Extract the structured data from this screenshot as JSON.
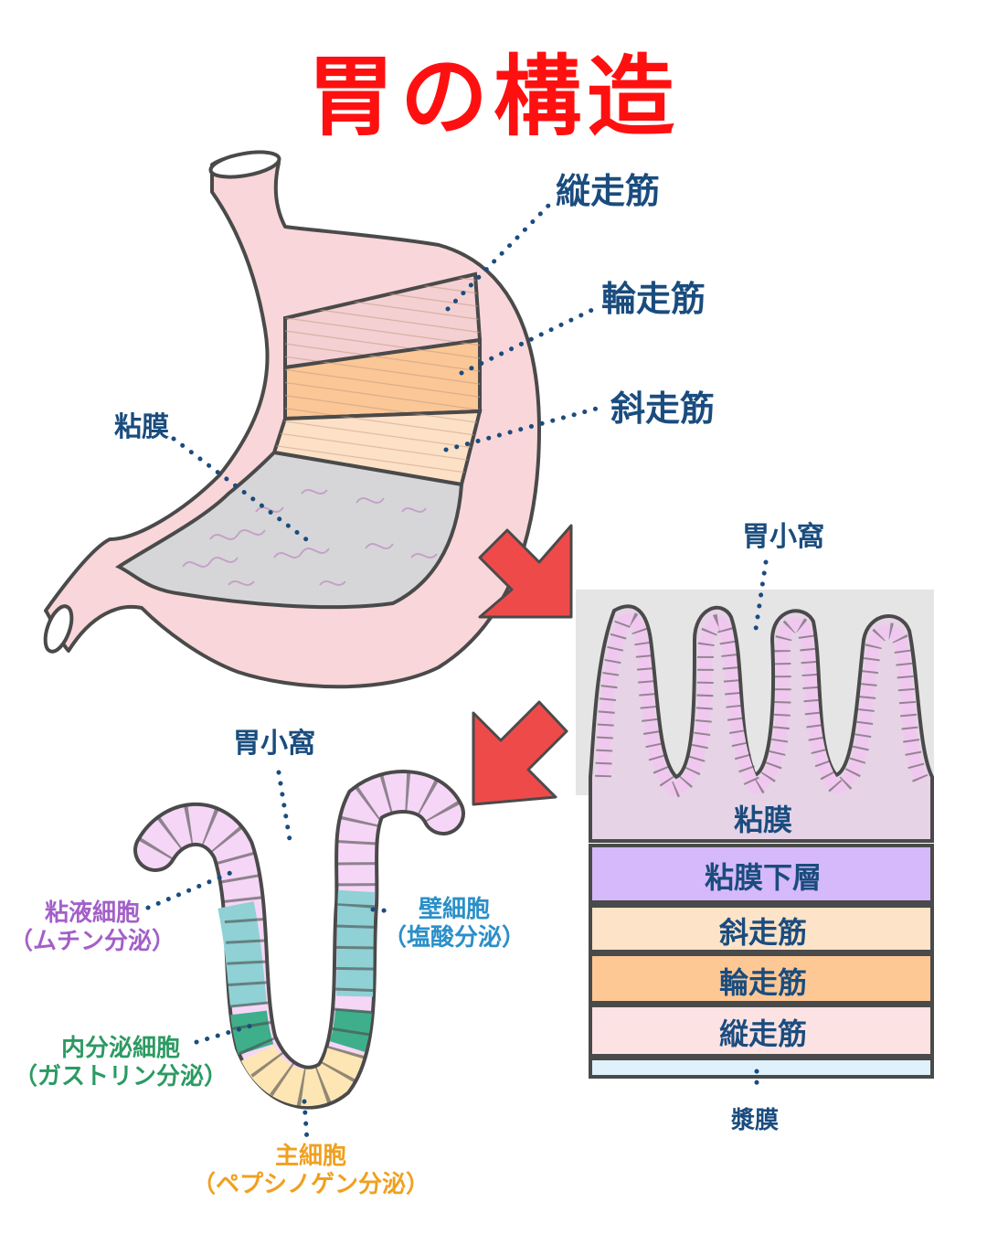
{
  "title": "胃の構造",
  "stomach_labels": {
    "longitudinal": "縦走筋",
    "circular": "輪走筋",
    "oblique": "斜走筋",
    "mucosa": "粘膜"
  },
  "cross_section": {
    "pit_label": "胃小窩",
    "mucosa": "粘膜",
    "submucosa": "粘膜下層",
    "oblique": "斜走筋",
    "circular": "輪走筋",
    "longitudinal": "縦走筋",
    "serosa": "漿膜"
  },
  "pit_detail": {
    "pit_label": "胃小窩",
    "mucous_cell": "粘液細胞",
    "mucous_cell_note": "（ムチン分泌）",
    "parietal_cell": "壁細胞",
    "parietal_cell_note": "（塩酸分泌）",
    "endocrine_cell": "内分泌細胞",
    "endocrine_cell_note": "（ガストリン分泌）",
    "chief_cell": "主細胞",
    "chief_cell_note": "（ペプシノゲン分泌）"
  },
  "colors": {
    "title": "#ff1010",
    "label_blue": "#1a4c7e",
    "mucous_purple": "#a35fc9",
    "parietal_blue": "#2a8fc8",
    "endocrine_green": "#2c9a63",
    "chief_orange": "#f0a020",
    "arrow_red": "#ef4a4a",
    "stomach_pink": "#f9d6d9",
    "outline": "#4a4a4a"
  }
}
